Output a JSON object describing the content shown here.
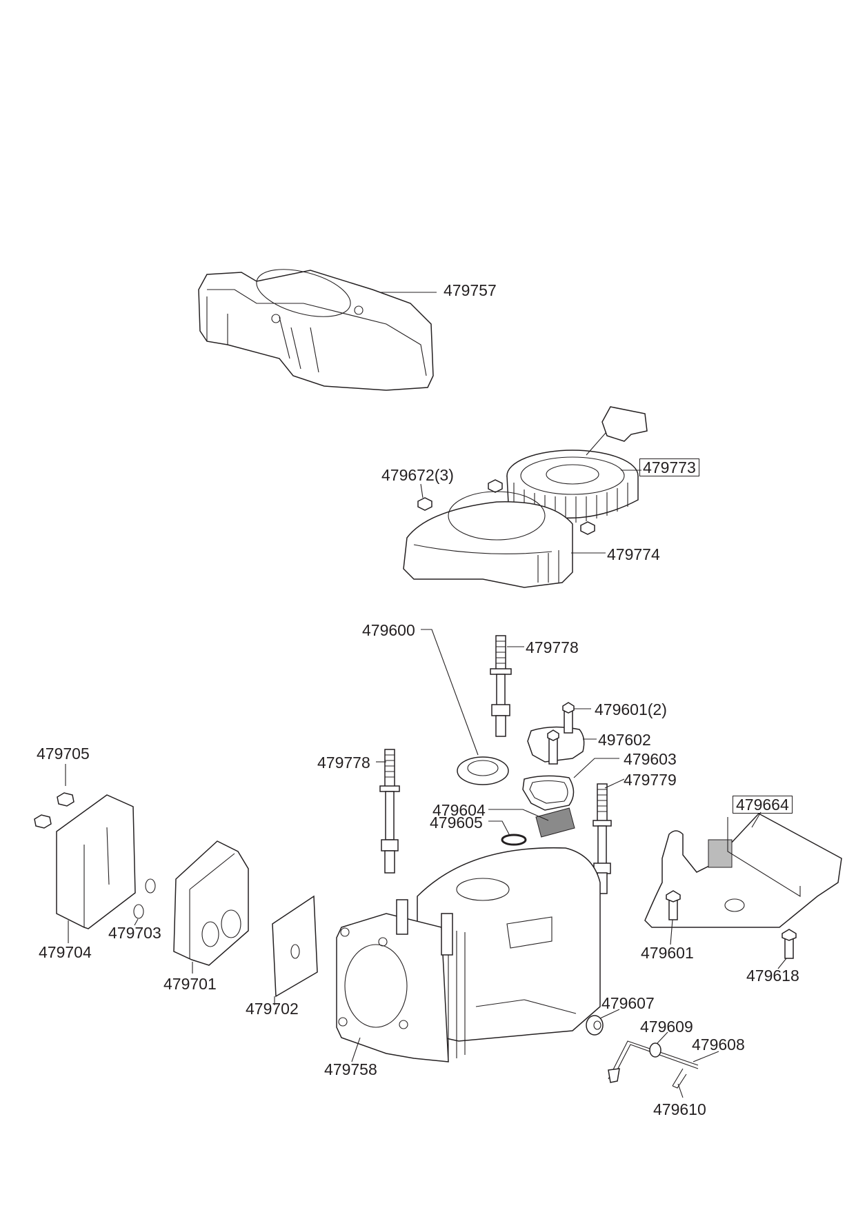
{
  "diagram": {
    "type": "exploded-parts-view",
    "subject": "engine shroud, recoil starter, cylinder block, muffler and control bracket",
    "parts": [
      {
        "id": "p479757",
        "label": "479757",
        "boxed": false,
        "part": "blower housing / upper shroud"
      },
      {
        "id": "p479672",
        "label": "479672(3)",
        "boxed": false,
        "part": "flange nut (qty 3)"
      },
      {
        "id": "p479773",
        "label": "479773",
        "boxed": true,
        "part": "recoil starter assembly"
      },
      {
        "id": "p479774",
        "label": "479774",
        "boxed": false,
        "part": "fan cover"
      },
      {
        "id": "p479600",
        "label": "479600",
        "boxed": false,
        "part": "oil seal"
      },
      {
        "id": "p479778a",
        "label": "479778",
        "boxed": false,
        "part": "stud bolt"
      },
      {
        "id": "p479601x2",
        "label": "479601(2)",
        "boxed": false,
        "part": "flange bolt (qty 2)"
      },
      {
        "id": "p497602",
        "label": "497602",
        "boxed": false,
        "part": "breather cover plate"
      },
      {
        "id": "p479603",
        "label": "479603",
        "boxed": false,
        "part": "breather gasket"
      },
      {
        "id": "p479779",
        "label": "479779",
        "boxed": false,
        "part": "stud bolt"
      },
      {
        "id": "p479778b",
        "label": "479778",
        "boxed": false,
        "part": "stud bolt"
      },
      {
        "id": "p479604",
        "label": "479604",
        "boxed": false,
        "part": "breather filter mesh"
      },
      {
        "id": "p479605",
        "label": "479605",
        "boxed": false,
        "part": "o-ring"
      },
      {
        "id": "p479705",
        "label": "479705",
        "boxed": false,
        "part": "flange nut"
      },
      {
        "id": "p479704",
        "label": "479704",
        "boxed": false,
        "part": "muffler heat shield"
      },
      {
        "id": "p479703",
        "label": "479703",
        "boxed": false,
        "part": "gasket ring"
      },
      {
        "id": "p479701",
        "label": "479701",
        "boxed": false,
        "part": "muffler"
      },
      {
        "id": "p479702",
        "label": "479702",
        "boxed": false,
        "part": "muffler gasket"
      },
      {
        "id": "p479758",
        "label": "479758",
        "boxed": false,
        "part": "cylinder block / crankcase"
      },
      {
        "id": "p479664",
        "label": "479664",
        "boxed": true,
        "part": "control bracket assembly"
      },
      {
        "id": "p479601",
        "label": "479601",
        "boxed": false,
        "part": "flange bolt"
      },
      {
        "id": "p479618",
        "label": "479618",
        "boxed": false,
        "part": "bolt"
      },
      {
        "id": "p479607",
        "label": "479607",
        "boxed": false,
        "part": "bushing"
      },
      {
        "id": "p479609",
        "label": "479609",
        "boxed": false,
        "part": "washer"
      },
      {
        "id": "p479608",
        "label": "479608",
        "boxed": false,
        "part": "governor shaft / lever"
      },
      {
        "id": "p479610",
        "label": "479610",
        "boxed": false,
        "part": "clip"
      }
    ]
  }
}
